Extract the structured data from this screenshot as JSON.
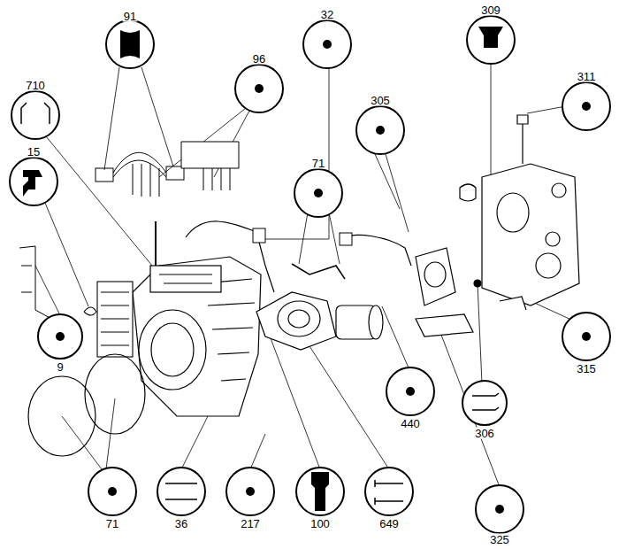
{
  "diagram": {
    "labels": [
      "91",
      "710",
      "96",
      "32",
      "309",
      "311",
      "15",
      "305",
      "71",
      "9",
      "315",
      "440",
      "306",
      "71",
      "36",
      "217",
      "100",
      "649",
      "325"
    ]
  }
}
